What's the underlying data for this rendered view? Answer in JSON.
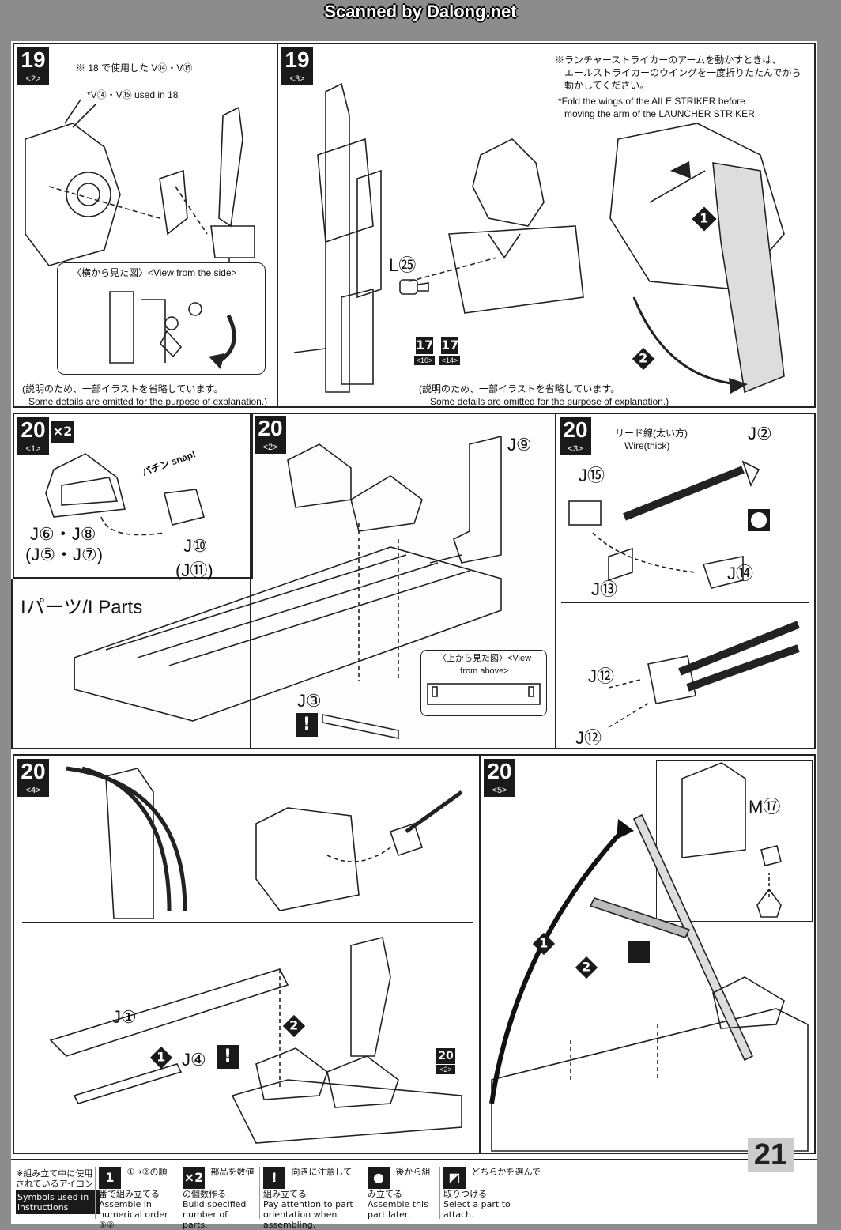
{
  "banner": "Scanned by Dalong.net",
  "page_number": "21",
  "step19_2": {
    "step": "19",
    "sub": "<2>",
    "note_jp": "※ 18 で使用した V⑭・V⑮",
    "note_en": "*V⑭・V⑮ used in 18",
    "side_view_label": "〈横から見た図〉<View from the side>",
    "omit_jp": "(説明のため、一部イラストを省略しています。",
    "omit_en": "Some details are omitted for the purpose of explanation.)"
  },
  "step19_3": {
    "step": "19",
    "sub": "<3>",
    "part_L": "L㉕",
    "ref_a": "17",
    "ref_a_sub": "<10>",
    "ref_b": "17",
    "ref_b_sub": "<14>",
    "warn_jp_1": "※ランチャーストライカーのアームを動かすときは、",
    "warn_jp_2": "エールストライカーのウイングを一度折りたたんでから",
    "warn_jp_3": "動かしてください。",
    "warn_en_1": "*Fold the wings of the AILE STRIKER before",
    "warn_en_2": "moving the arm of the LAUNCHER STRIKER.",
    "num1": "1",
    "num2": "2",
    "omit_jp": "(説明のため、一部イラストを省略しています。",
    "omit_en": "Some details are omitted for the purpose of explanation.)"
  },
  "step20_1": {
    "step": "20",
    "sub": "<1>",
    "mult": "×2",
    "parts_a": "J⑥・J⑧",
    "parts_b": "(J⑤・J⑦)",
    "parts_c": "J⑩",
    "parts_d": "(J⑪)",
    "snap": "パチン snap!"
  },
  "step20_2": {
    "step": "20",
    "sub": "<2>",
    "part_J9": "J⑨",
    "i_parts": "Iパーツ/I Parts",
    "part_J3": "J③",
    "view_above": "〈上から見た図〉<View from above>"
  },
  "step20_3": {
    "step": "20",
    "sub": "<3>",
    "wire_jp": "リード線(太い方)",
    "wire_en": "Wire(thick)",
    "J2": "J②",
    "J15": "J⑮",
    "J13": "J⑬",
    "J14": "J⑭",
    "J12a": "J⑫",
    "J12b": "J⑫"
  },
  "step20_4": {
    "step": "20",
    "sub": "<4>",
    "J1": "J①",
    "J4": "J④",
    "ref": "20",
    "ref_sub": "<2>",
    "num1": "1",
    "num2": "2"
  },
  "step20_5": {
    "step": "20",
    "sub": "<5>",
    "M17": "M⑰",
    "num1": "1",
    "num2": "2"
  },
  "legend": {
    "title_jp": "※組み立て中に使用されているアイコン",
    "title_en": "Symbols used in instructions",
    "items": [
      {
        "icon": "1",
        "jp": "①→②の順番で組み立てる",
        "en": "Assemble in numerical order ①②"
      },
      {
        "icon": "×2",
        "jp": "部品を数値の個数作る",
        "en": "Build specified number of parts."
      },
      {
        "icon": "!",
        "jp": "向きに注意して組み立てる",
        "en": "Pay attention to part orientation when assembling."
      },
      {
        "icon": "●",
        "jp": "後から組み立てる",
        "en": "Assemble this part later."
      },
      {
        "icon": "◩",
        "jp": "どちらかを選んで取りつける",
        "en": "Select a part to attach."
      }
    ]
  }
}
